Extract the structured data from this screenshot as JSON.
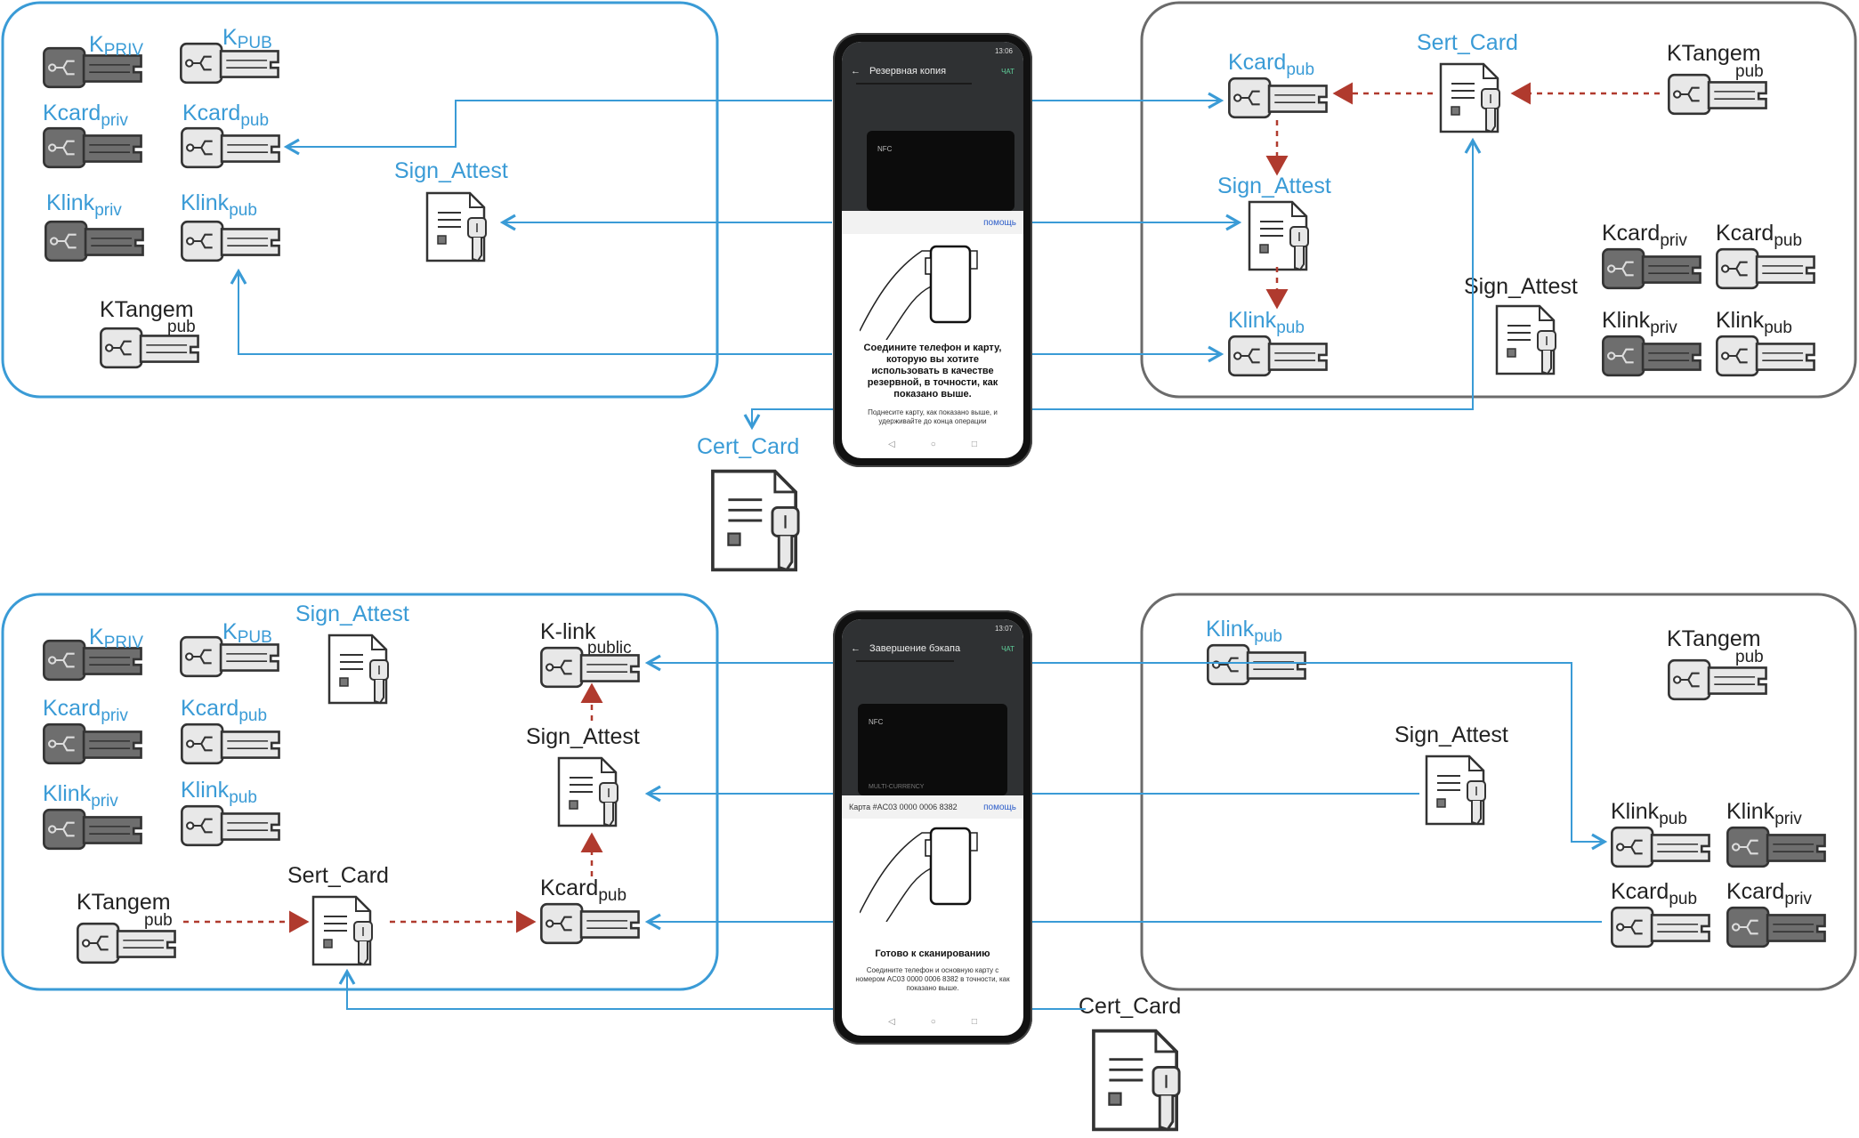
{
  "top": {
    "left_panel": {
      "kpriv": {
        "main": "K",
        "sub": "PRIV"
      },
      "kpub": {
        "main": "K",
        "sub": "PUB"
      },
      "kcard_priv": {
        "main": "Kcard",
        "sub": "priv"
      },
      "kcard_pub": {
        "main": "Kcard",
        "sub": "pub"
      },
      "klink_priv": {
        "main": "Klink",
        "sub": "priv"
      },
      "klink_pub": {
        "main": "Klink",
        "sub": "pub"
      },
      "ktangem_pub": {
        "main": "KTangem",
        "sub": "pub"
      }
    },
    "sign_attest": "Sign_Attest",
    "cert_card": "Cert_Card",
    "right_panel": {
      "kcard_pub": {
        "main": "Kcard",
        "sub": "pub"
      },
      "sert_card": "Sert_Card",
      "ktangem_pub": {
        "main": "KTangem",
        "sub": "pub"
      },
      "sign_attest": "Sign_Attest",
      "klink_pub": {
        "main": "Klink",
        "sub": "pub"
      },
      "kcard_priv2": {
        "main": "Kcard",
        "sub": "priv"
      },
      "kcard_pub2": {
        "main": "Kcard",
        "sub": "pub"
      },
      "sign_attest2": "Sign_Attest",
      "klink_priv2": {
        "main": "Klink",
        "sub": "priv"
      },
      "klink_pub2": {
        "main": "Klink",
        "sub": "pub"
      }
    },
    "phone": {
      "title": "Резервная копия",
      "chat": "ЧАТ",
      "help": "помощь",
      "nfc": "NFC",
      "instruction": "Соедините телефон и карту, которую вы хотите использовать в качестве резервной, в точности, как показано выше.",
      "hint": "Поднесите карту, как показано выше, и удерживайте до конца операции",
      "time": "13:06"
    }
  },
  "bottom": {
    "left_panel": {
      "kpriv": {
        "main": "K",
        "sub": "PRIV"
      },
      "kpub": {
        "main": "K",
        "sub": "PUB"
      },
      "sign_attest": "Sign_Attest",
      "kcard_priv": {
        "main": "Kcard",
        "sub": "priv"
      },
      "kcard_pub": {
        "main": "Kcard",
        "sub": "pub"
      },
      "klink_priv": {
        "main": "Klink",
        "sub": "priv"
      },
      "klink_pub": {
        "main": "Klink",
        "sub": "pub"
      },
      "ktangem_pub": {
        "main": "KTangem",
        "sub": "pub"
      },
      "sert_card": "Sert_Card",
      "k_link_public": {
        "main": "K-link",
        "sub": "public"
      },
      "sign_attest2": "Sign_Attest",
      "kcard_pub2": {
        "main": "Kcard",
        "sub": "pub"
      }
    },
    "cert_card": "Cert_Card",
    "right_panel": {
      "klink_pub": {
        "main": "Klink",
        "sub": "pub"
      },
      "ktangem_pub": {
        "main": "KTangem",
        "sub": "pub"
      },
      "sign_attest": "Sign_Attest",
      "klink_pub2": {
        "main": "Klink",
        "sub": "pub"
      },
      "klink_priv2": {
        "main": "Klink",
        "sub": "priv"
      },
      "kcard_pub2": {
        "main": "Kcard",
        "sub": "pub"
      },
      "kcard_priv2": {
        "main": "Kcard",
        "sub": "priv"
      }
    },
    "phone": {
      "title": "Завершение бэкапа",
      "chat": "ЧАТ",
      "help": "помощь",
      "nfc": "NFC",
      "card_caption": "MULTI-CURRENCY",
      "card_number": "Карта #AC03 0000 0006 8382",
      "instruction": "Готово к сканированию",
      "hint": "Соедините телефон и основную карту с номером AC03 0000 0006 8382 в точности, как показано выше.",
      "time": "13:07"
    }
  },
  "colors": {
    "accent_blue": "#3a9bd6",
    "dark_frame": "#6b6b6b",
    "arrow_red": "#b03a2e",
    "key_dark": "#6e6e6e",
    "key_light": "#e6e6e6"
  }
}
